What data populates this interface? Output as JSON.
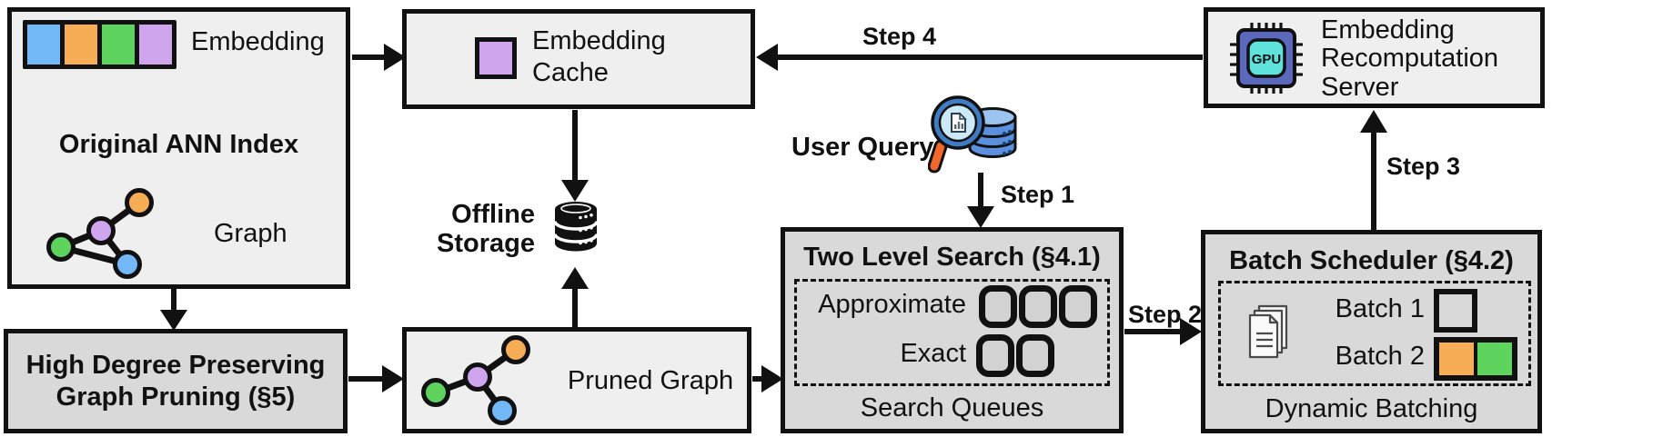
{
  "figure": {
    "colors": {
      "blue": "#74b9f7",
      "orange": "#f6ad55",
      "green": "#5ed35e",
      "purple": "#cfa5ee",
      "light_box": "#efefef",
      "dark_box": "#d9d9d9",
      "outline": "#111111",
      "chip_body": "#5a69bc",
      "chip_screen": "#5fe2dc",
      "db_blue": "#5c8fde",
      "db_blue_light": "#9dc4f0",
      "lens_blue": "#cbe9f9",
      "ring_blue": "#3f7cc4",
      "handle_orange": "#f2682a"
    },
    "ann_index": {
      "embedding_label": "Embedding",
      "title": "Original ANN Index",
      "graph_label": "Graph",
      "embedding_colors": [
        "blue",
        "orange",
        "green",
        "purple"
      ]
    },
    "high_degree": {
      "title": "High Degree Preserving Graph Pruning (§5)"
    },
    "embedding_cache": {
      "title": "Embedding Cache"
    },
    "offline_storage": {
      "title": "Offline Storage"
    },
    "pruned_graph": {
      "title": "Pruned Graph"
    },
    "user_query": {
      "title": "User Query"
    },
    "steps": {
      "step1": "Step 1",
      "step2": "Step 2",
      "step3": "Step 3",
      "step4": "Step 4"
    },
    "two_level_search": {
      "title": "Two Level Search (§4.1)",
      "row_approximate": "Approximate",
      "row_exact": "Exact",
      "caption": "Search Queues",
      "approximate_slots": 3,
      "exact_slots": 2
    },
    "batch_scheduler": {
      "title": "Batch Scheduler (§4.2)",
      "batch1_label": "Batch 1",
      "batch2_label": "Batch 2",
      "batch1_colors": [
        "blue"
      ],
      "batch2_colors": [
        "orange",
        "green"
      ],
      "caption": "Dynamic Batching"
    },
    "recomputation_server": {
      "title": "Embedding Recomputation Server",
      "chip_label": "GPU"
    }
  }
}
